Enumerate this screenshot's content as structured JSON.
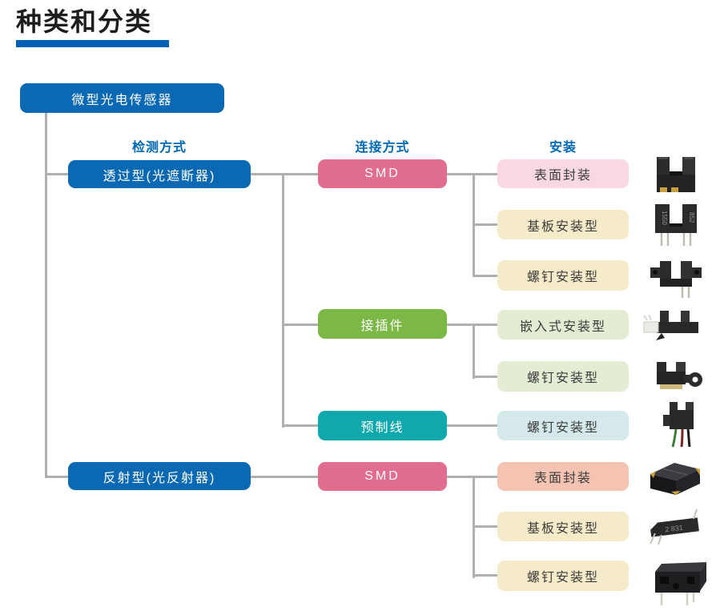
{
  "page_title": "种类和分类",
  "headers": {
    "detection": "检测方式",
    "connection": "连接方式",
    "mounting": "安装"
  },
  "nodes": {
    "root": "微型光电传感器",
    "through": "透过型(光遮断器)",
    "reflective": "反射型(光反射器)",
    "smd_through": "SMD",
    "connector": "接插件",
    "prewired": "预制线",
    "smd_reflective": "SMD",
    "surface_mount_through": "表面封装",
    "pcb_mount_through": "基板安装型",
    "screw_mount_through": "螺钉安装型",
    "snap_in_mount": "嵌入式安装型",
    "screw_mount_connector": "螺钉安装型",
    "screw_mount_prewired": "螺钉安装型",
    "surface_mount_reflective": "表面封装",
    "pcb_mount_reflective": "基板安装型",
    "screw_mount_reflective": "螺钉安装型"
  },
  "photo_imprints": {
    "pcb_through_left": "1550",
    "pcb_through_right": "852",
    "pcb_reflective": "2 831"
  },
  "colors": {
    "node_blue": "#0a69b2",
    "node_pink": "#e26e8f",
    "node_green": "#7cb845",
    "node_teal": "#0fa8ac",
    "mount_light_pink": "#f8d9e1",
    "mount_cream": "#f6ebc8",
    "mount_light_green": "#e4edd4",
    "mount_light_teal": "#d5e9ea",
    "mount_salmon": "#f5c3b1",
    "header_text": "#0069b4",
    "title_underline": "#0060b6",
    "connector_line": "#b2afaf"
  }
}
